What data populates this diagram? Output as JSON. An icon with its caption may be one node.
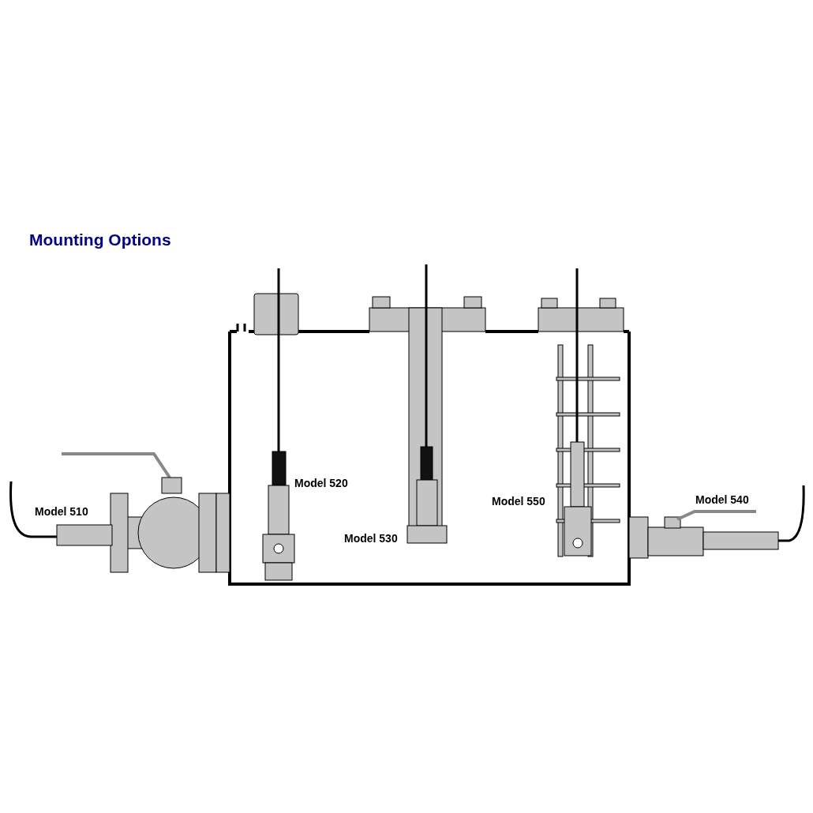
{
  "diagram": {
    "title": "Mounting Options",
    "labels": [
      "Model 520",
      "Model 510",
      "Model 550",
      "Model 540",
      "Model 530"
    ]
  }
}
